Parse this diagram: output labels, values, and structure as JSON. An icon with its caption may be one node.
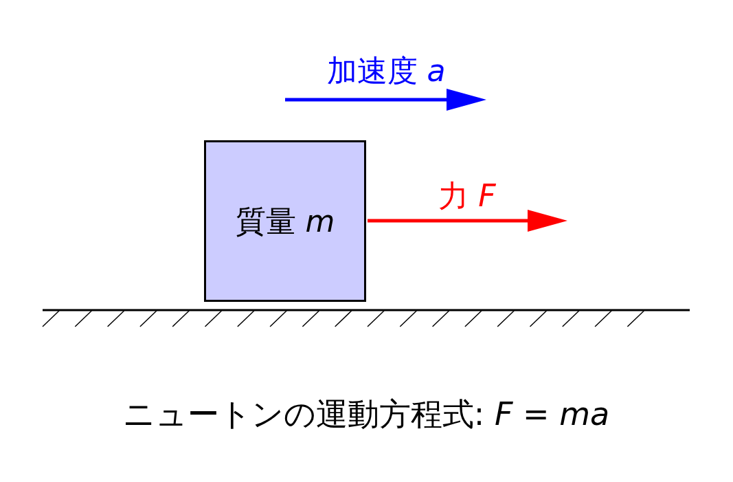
{
  "diagram": {
    "caption": "ニュートンの運動方程式: *F* = *ma*",
    "nodes": [
      {
        "text": [
          "質量 *m*"
        ]
      }
    ],
    "labels": [
      "加速度 *a*",
      "力 *F*"
    ]
  }
}
